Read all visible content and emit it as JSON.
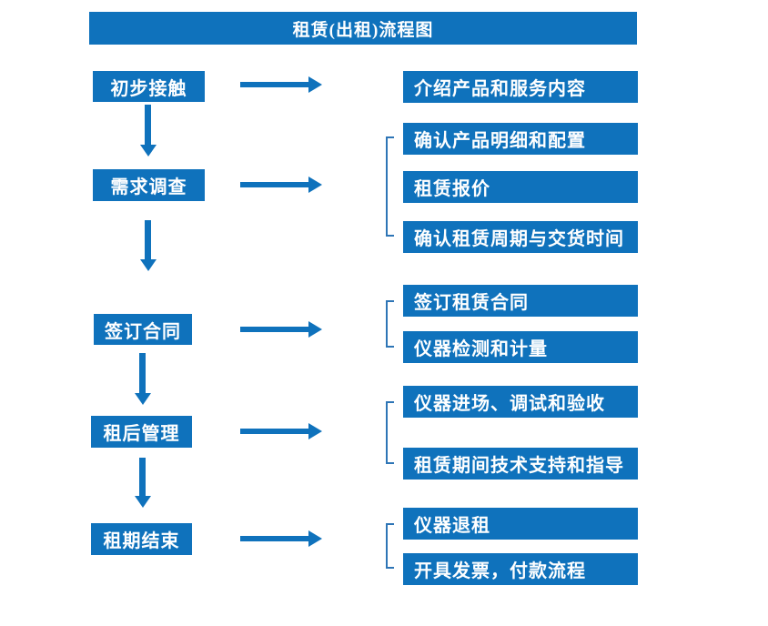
{
  "title": "租赁(出租)流程图",
  "colors": {
    "primary": "#0F72BC",
    "bracket": "#2E75B6",
    "text_on_primary": "#FFFFFF",
    "background": "#FFFFFF"
  },
  "flow": {
    "stages": [
      {
        "label": "初步接触",
        "outputs": [
          "介绍产品和服务内容"
        ]
      },
      {
        "label": "需求调查",
        "outputs": [
          "确认产品明细和配置",
          "租赁报价",
          "确认租赁周期与交货时间"
        ]
      },
      {
        "label": "签订合同",
        "outputs": [
          "签订租赁合同",
          "仪器检测和计量"
        ]
      },
      {
        "label": "租后管理",
        "outputs": [
          "仪器进场、调试和验收",
          "租赁期间技术支持和指导"
        ]
      },
      {
        "label": "租期结束",
        "outputs": [
          "仪器退租",
          "开具发票，付款流程"
        ]
      }
    ]
  }
}
